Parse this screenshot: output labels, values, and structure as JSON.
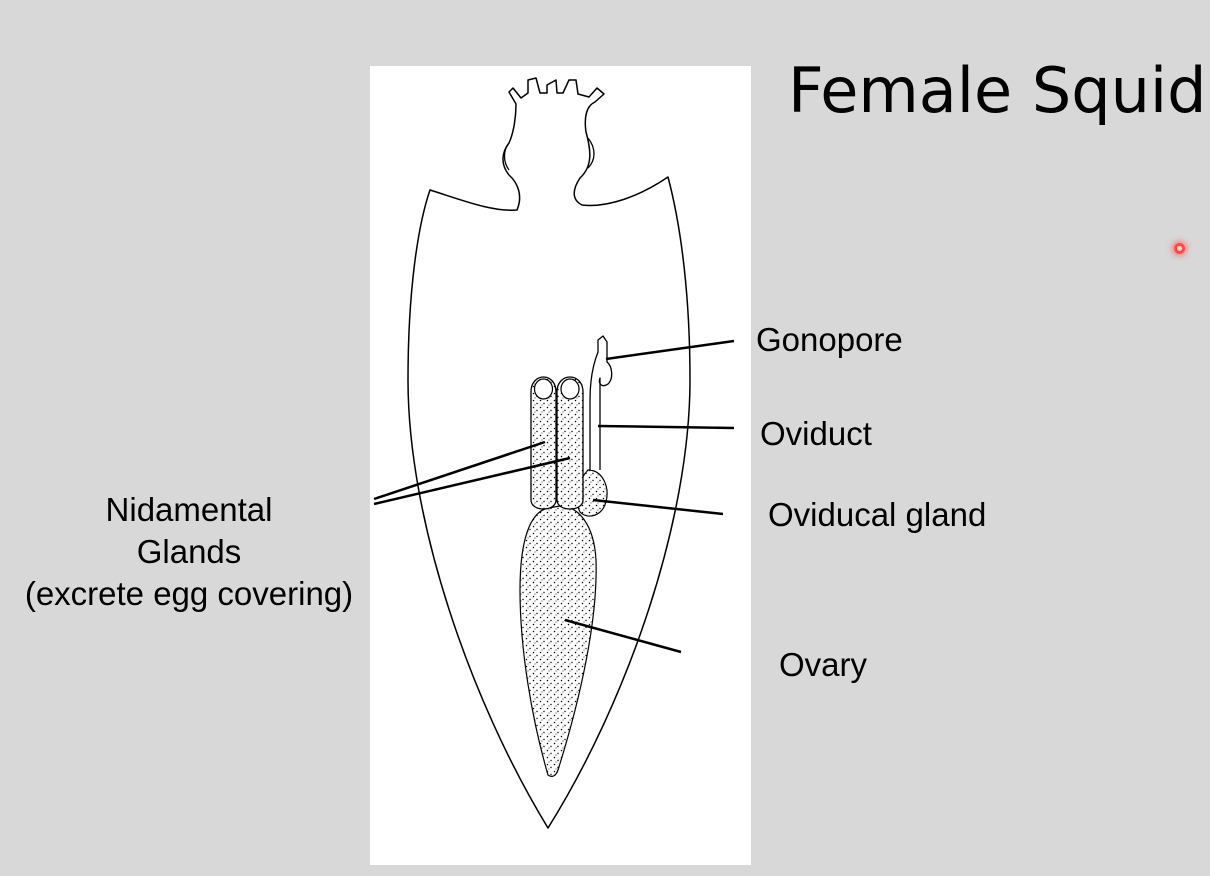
{
  "slide": {
    "title": "Female Squid"
  },
  "labels": {
    "gonopore": "Gonopore",
    "oviduct": "Oviduct",
    "oviducal_gland": "Oviducal gland",
    "ovary": "Ovary",
    "nidamental": {
      "line1": "Nidamental",
      "line2": "Glands",
      "line3": "(excrete egg covering)"
    }
  },
  "colors": {
    "background": "#d8d8d8",
    "panel": "#ffffff",
    "ink": "#000000",
    "pointer": "#ff4b4b"
  },
  "icons": {
    "pointer": "laser-pointer-icon"
  }
}
